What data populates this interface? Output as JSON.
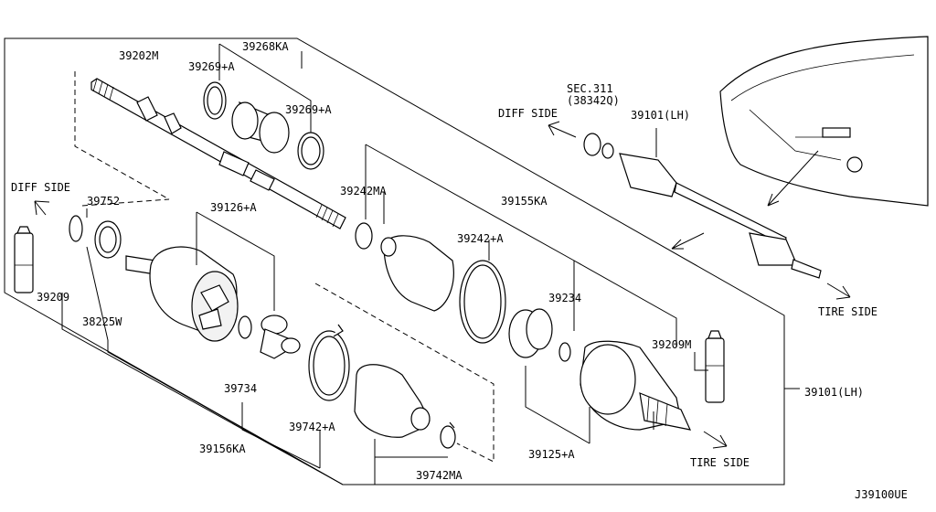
{
  "diagram_code": "J39100UE",
  "directions": {
    "diff_side_left": "DIFF SIDE",
    "diff_side_right": "DIFF SIDE",
    "tire_side_bottom": "TIRE SIDE",
    "tire_side_right": "TIRE SIDE"
  },
  "section_ref": {
    "sec": "SEC.311",
    "part": "(38342Q)"
  },
  "parts": {
    "p39202M": "39202M",
    "p39268KA": "39268KA",
    "p39269A_top": "39269+A",
    "p39269A_right": "39269+A",
    "p39752": "39752",
    "p39126A": "39126+A",
    "p39242MA": "39242MA",
    "p39155KA": "39155KA",
    "p39242A": "39242+A",
    "p39209_left": "39209",
    "p38225W": "38225W",
    "p39234": "39234",
    "p39209M": "39209M",
    "p39734": "39734",
    "p39742A": "39742+A",
    "p39156KA": "39156KA",
    "p39742MA": "39742MA",
    "p39125A": "39125+A",
    "p39101LH_bottom": "39101(LH)",
    "p39101LH_top": "39101(LH)"
  }
}
